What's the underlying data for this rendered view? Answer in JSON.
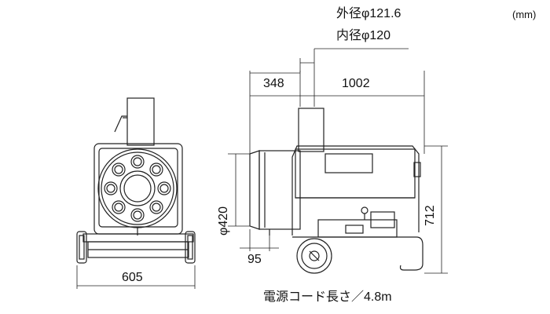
{
  "labels": {
    "unit": "(mm)",
    "outer_diameter": "外径φ121.6",
    "inner_diameter": "内径φ120",
    "width_front": "605",
    "dim_348": "348",
    "dim_1002": "1002",
    "dim_95": "95",
    "diameter_420": "φ420",
    "height_712": "712",
    "cord_length": "電源コード長さ／4.8m"
  }
}
